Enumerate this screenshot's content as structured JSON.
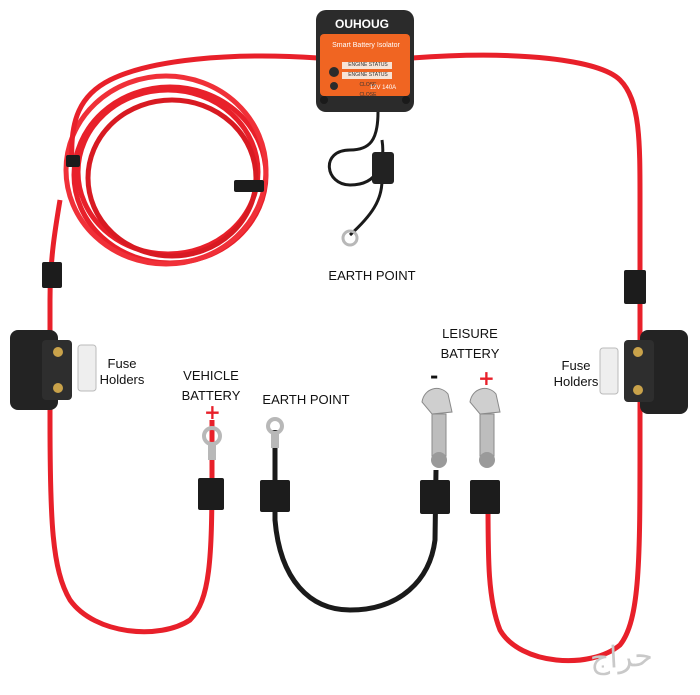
{
  "device": {
    "brand": "OUHOUG",
    "subtitle": "Smart Battery Isolator",
    "line_1": "ENGINE STATUS CLOSE",
    "line_2": "ENGINE STATUS CLOSE",
    "rating": "12V 140A"
  },
  "labels": {
    "earth_point_top": "EARTH POINT",
    "earth_point_mid": "EARTH POINT",
    "leisure_battery_1": "LEISURE",
    "leisure_battery_2": "BATTERY",
    "vehicle_battery_1": "VEHICLE",
    "vehicle_battery_2": "BATTERY",
    "fuse_left_1": "Fuse",
    "fuse_left_2": "Holders",
    "fuse_right_1": "Fuse",
    "fuse_right_2": "Holders",
    "plus": "+",
    "minus": "-"
  },
  "watermark": "حراج",
  "colors": {
    "cable_red": "#e8202a",
    "cable_black": "#1a1a1a",
    "device_orange": "#f06522",
    "background": "#ffffff"
  }
}
